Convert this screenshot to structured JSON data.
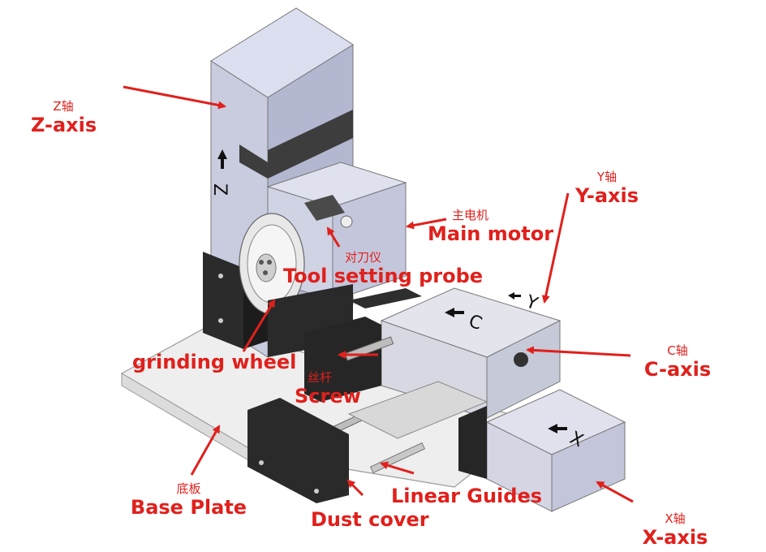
{
  "accent_color": "#e0201c",
  "labels": {
    "z_axis": {
      "cn": "Z轴",
      "en": "Z-axis"
    },
    "y_axis": {
      "cn": "Y轴",
      "en": "Y-axis"
    },
    "main_motor": {
      "cn": "主电机",
      "en": "Main motor"
    },
    "tool_probe": {
      "cn": "对刀仪",
      "en": "Tool setting probe"
    },
    "c_axis": {
      "cn": "C轴",
      "en": "C-axis"
    },
    "grinding_wheel": {
      "en": "grinding wheel"
    },
    "screw": {
      "cn": "丝杆",
      "en": "Screw"
    },
    "base_plate": {
      "cn": "底板",
      "en": "Base Plate"
    },
    "linear_guides": {
      "en": "Linear Guides"
    },
    "dust_cover": {
      "en": "Dust cover"
    },
    "x_axis": {
      "cn": "X轴",
      "en": "X-axis"
    }
  },
  "machine_marks": {
    "z": "Z",
    "c": "C",
    "y": "Y",
    "x": "X"
  },
  "icons": [
    "arrow-up-icon",
    "arrow-left-icon"
  ]
}
